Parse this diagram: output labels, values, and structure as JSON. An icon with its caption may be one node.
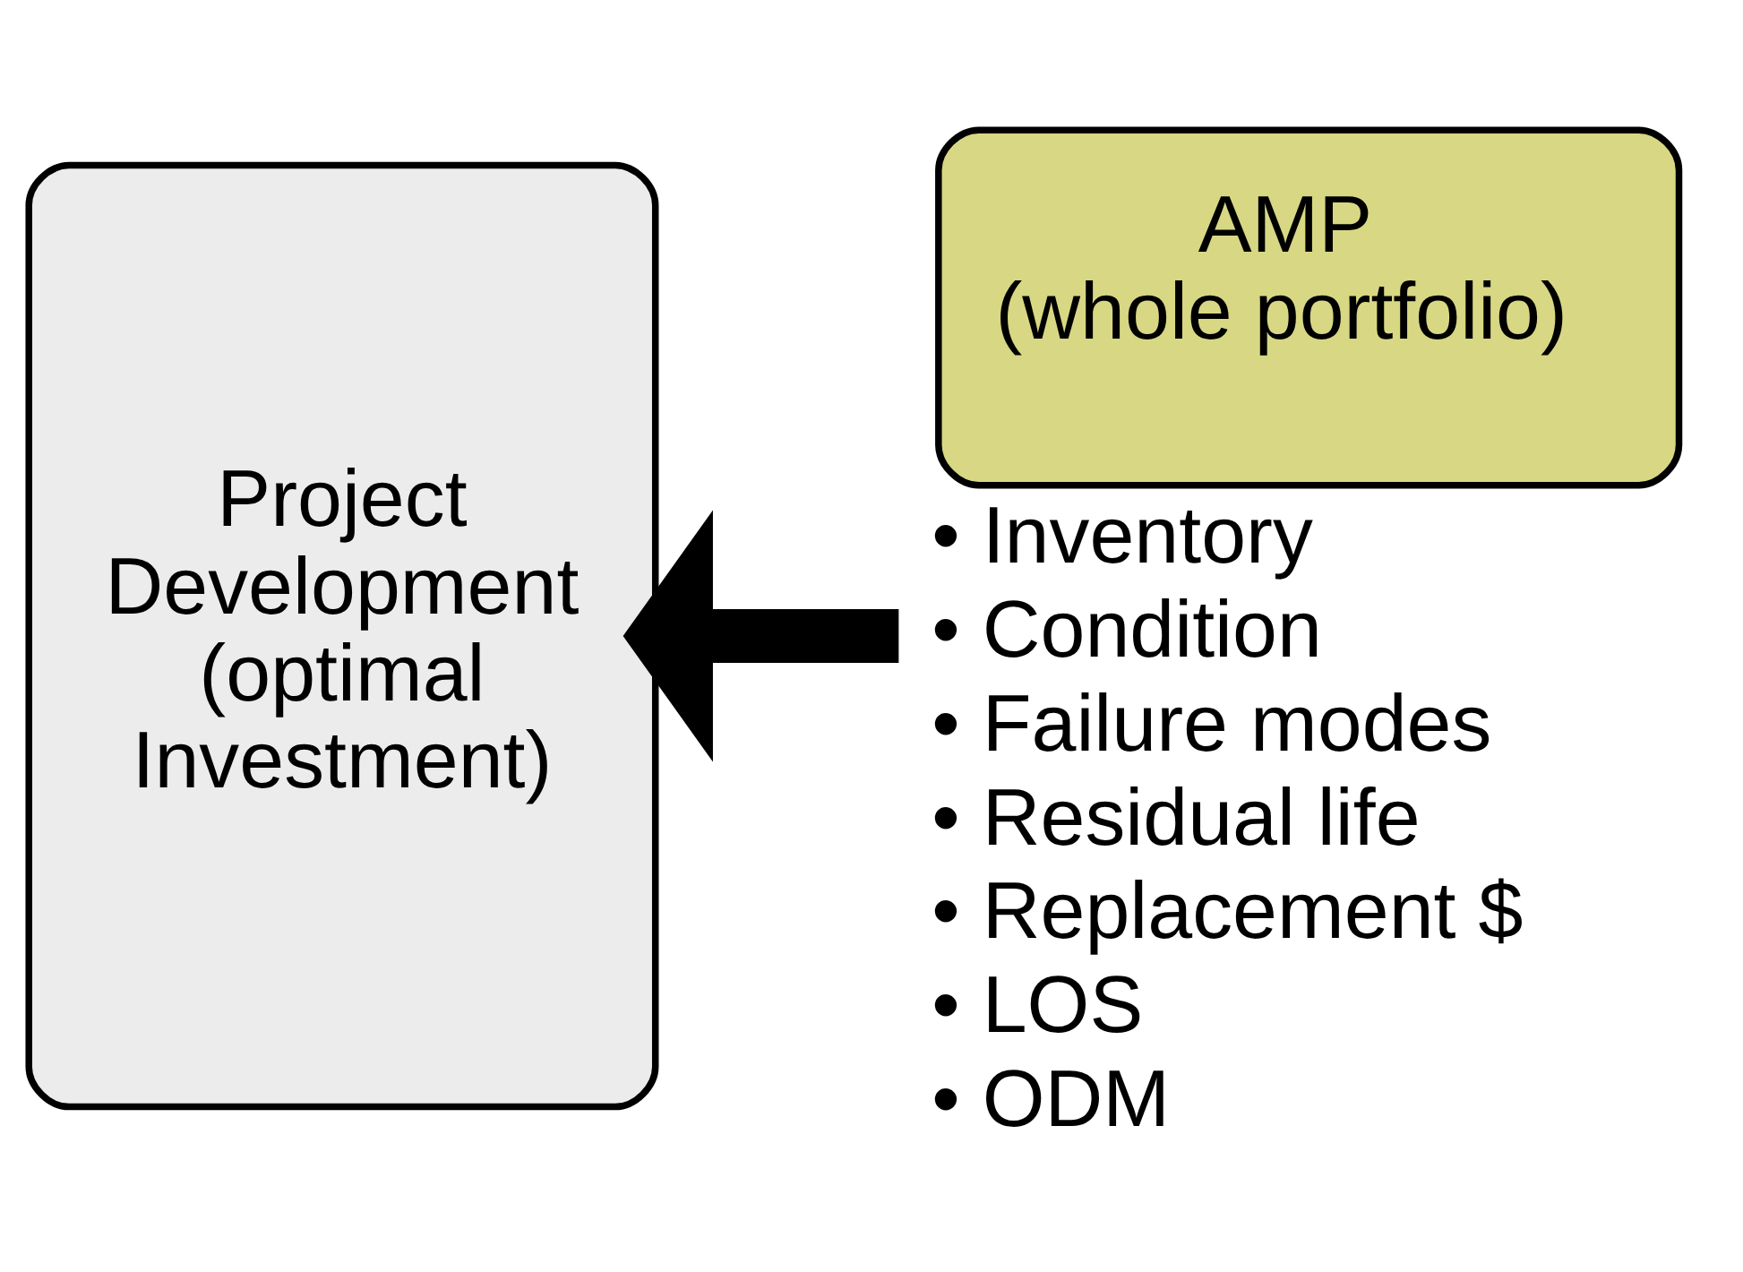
{
  "diagram": {
    "nodes": [
      {
        "text": [
          "Project Development (optimal Investment)"
        ]
      },
      {
        "text": [
          "AMP (whole portfolio)"
        ],
        "beside": [
          "• Inventory",
          "• Condition",
          "• Failure modes",
          "• Residual life",
          "• Replacement $",
          "• LOS",
          "• ODM"
        ]
      }
    ],
    "edges": [
      {
        "from": 1,
        "to": 0,
        "arrow": "to"
      }
    ]
  }
}
